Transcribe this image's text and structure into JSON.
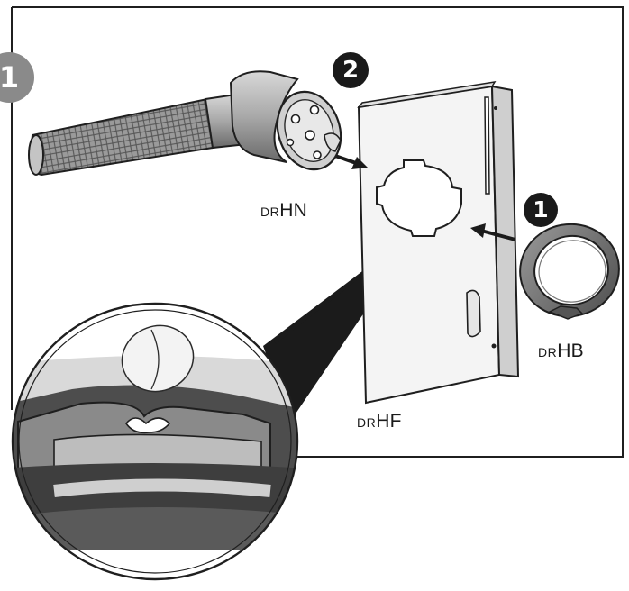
{
  "figure": {
    "step_badge": "1",
    "callouts": [
      {
        "number": "2"
      },
      {
        "number": "1"
      }
    ],
    "parts": {
      "handle": {
        "prefix": "DR",
        "code": "HN"
      },
      "ring": {
        "prefix": "DR",
        "code": "HB"
      },
      "flange": {
        "prefix": "DR",
        "code": "HF"
      }
    },
    "colors": {
      "line": "#1f1f1f",
      "badge": "#8a8a8a",
      "callout": "#1a1a1a",
      "metal_light": "#e6e6e6",
      "metal_mid": "#bdbdbd",
      "metal_dark": "#6e6e6e"
    }
  }
}
